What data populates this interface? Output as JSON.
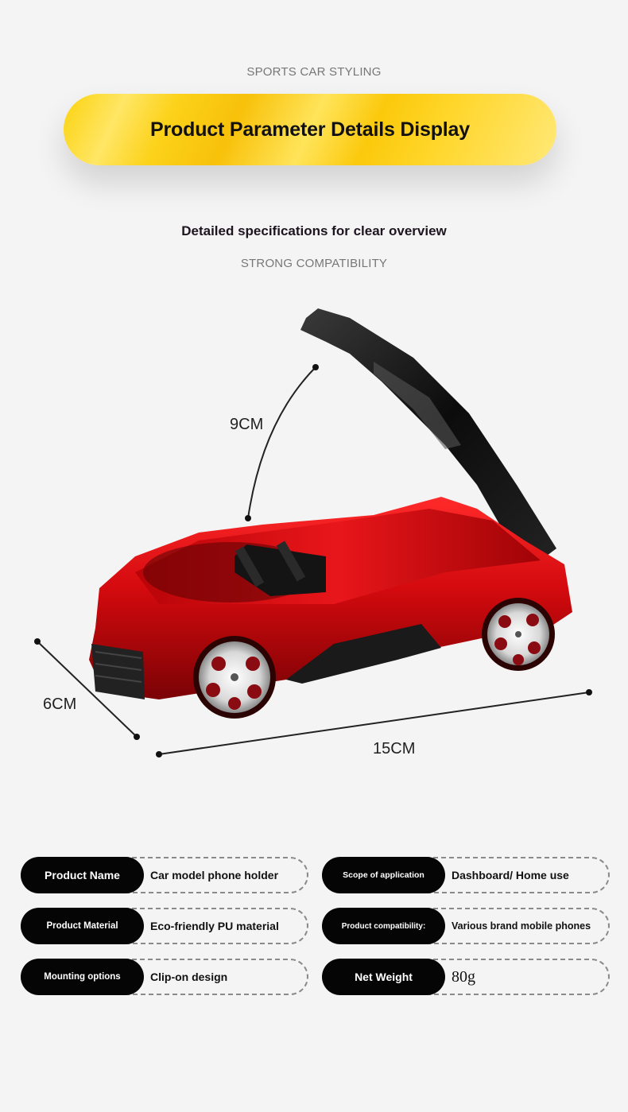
{
  "header": {
    "eyebrow": "SPORTS CAR STYLING",
    "banner_title": "Product Parameter Details Display",
    "subtitle": "Detailed specifications for clear overview",
    "compat_eyebrow": "STRONG COMPATIBILITY"
  },
  "product_image": {
    "description": "Red sports car shaped phone holder with black clip arm raised",
    "body_color": "#c8070c",
    "dimensions": {
      "height": "9CM",
      "width": "6CM",
      "length": "15CM"
    }
  },
  "specs": [
    {
      "key": "Product Name",
      "value": "Car model phone holder"
    },
    {
      "key": "Scope of application",
      "value": "Dashboard/ Home use"
    },
    {
      "key": "Product Material",
      "value": "Eco-friendly PU material"
    },
    {
      "key": "Product compatibility:",
      "value": "Various brand mobile phones"
    },
    {
      "key": "Mounting options",
      "value": "Clip-on design"
    },
    {
      "key": "Net Weight",
      "value": "80g"
    }
  ]
}
